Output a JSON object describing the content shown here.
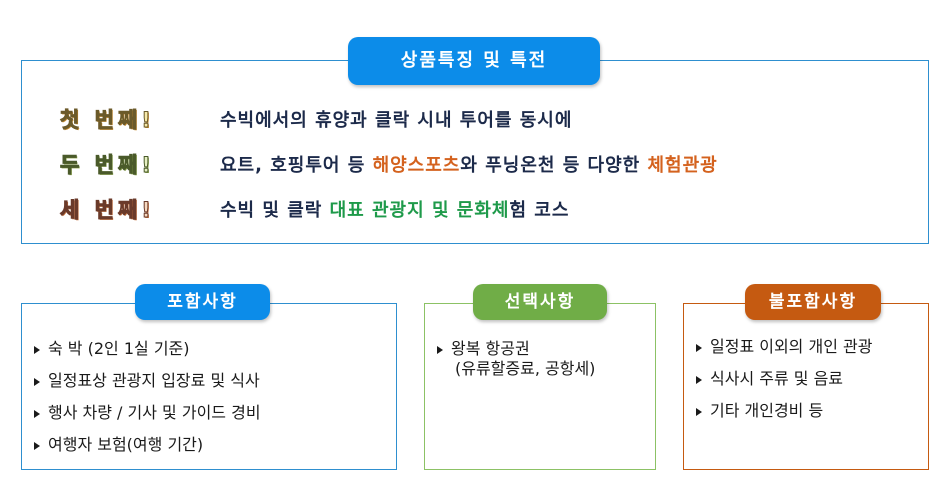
{
  "main_title": "상품특징 및 특전",
  "features": [
    {
      "ordinal": "첫 번째!",
      "parts": [
        {
          "text": "수빅에서의 휴양과 클락 시내 투어를 동시에",
          "style": "normal"
        }
      ]
    },
    {
      "ordinal": "두 번째!",
      "parts": [
        {
          "text": "요트, 호핑투어 등 ",
          "style": "normal"
        },
        {
          "text": "해양스포츠",
          "style": "orange"
        },
        {
          "text": "와 푸닝온천 등 다양한 ",
          "style": "normal"
        },
        {
          "text": "체험관광",
          "style": "orange"
        }
      ]
    },
    {
      "ordinal": "세 번째!",
      "parts": [
        {
          "text": "수빅 및 클락 ",
          "style": "normal"
        },
        {
          "text": "대표 관광지 및 문화체",
          "style": "green"
        },
        {
          "text": "험 코스",
          "style": "normal"
        }
      ]
    }
  ],
  "included": {
    "title": "포함사항",
    "items": [
      "숙 박 (2인 1실 기준)",
      "일정표상 관광지 입장료 및 식사",
      "행사 차량 / 기사 및 가이드 경비",
      "여행자 보험(여행 기간)"
    ]
  },
  "optional": {
    "title": "선택사항",
    "items": [
      "왕복 항공권"
    ],
    "sub_note": "(유류할증료, 공항세)"
  },
  "excluded": {
    "title": "불포함사항",
    "items": [
      "일정표 이외의 개인 관광",
      "식사시 주류 및 음료",
      "기타 개인경비 등"
    ]
  },
  "colors": {
    "blue": "#0c8ce9",
    "green": "#70ad47",
    "orange": "#c55a11",
    "highlight_orange": "#d4621e",
    "highlight_green": "#1e9a4a"
  }
}
